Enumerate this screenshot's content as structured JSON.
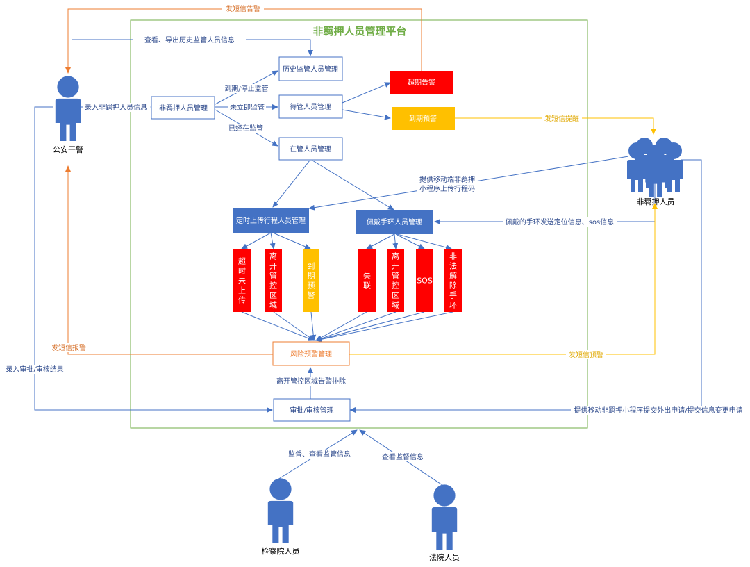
{
  "platform": {
    "title": "非羁押人员管理平台"
  },
  "actors": {
    "police": "公安干警",
    "nondetained": "非羁押人员",
    "procuratorate": "检察院人员",
    "court": "法院人员"
  },
  "nodes": {
    "main_mgmt": "非羁押人员管理",
    "history_mgmt": "历史监管人员管理",
    "pending_mgmt": "待管人员管理",
    "in_mgmt": "在管人员管理",
    "overdue_alarm": "超期告警",
    "expiry_warning": "到期预警",
    "upload_mgmt": "定时上传行程人员管理",
    "bracelet_mgmt": "佩戴手环人员管理",
    "risk_mgmt": "风险预警管理",
    "approval_mgmt": "审批/审核管理"
  },
  "alerts_upload": [
    "超时未上传",
    "离开管控区域",
    "到期预警"
  ],
  "alerts_bracelet": [
    "失联",
    "离开管控区域",
    "SOS",
    "非法解除手环"
  ],
  "edges": {
    "sms_alarm_top": "发短信告警",
    "view_export": "查看、导出历史监管人员信息",
    "enter_info": "录入非羁押人员信息",
    "expire_stop": "到期/停止监管",
    "not_started": "未立即监管",
    "already": "已经在监管",
    "sms_remind": "发短信提醒",
    "mobile_miniapp_line1": "提供移动端非羁押",
    "mobile_miniapp_line2": "小程序上传行程码",
    "bracelet_send": "佩戴的手环发送定位信息、sos信息",
    "sms_alarm_left": "发短信报警",
    "sms_warn_right": "发短信预警",
    "enter_review": "录入审批/审核结果",
    "leave_area_clear": "离开管控区域告警排除",
    "mobile_apply": "提供移动非羁押小程序提交外出申请/提交信息变更申请",
    "supervise_view": "监督、查看监管信息",
    "view_supervision": "查看监督信息"
  },
  "colors": {
    "blue": "#4472c4",
    "red": "#ff0000",
    "amber": "#ffc000",
    "orange": "#ed7d31",
    "green_border": "#70ad47",
    "green_title": "#70ad47"
  }
}
